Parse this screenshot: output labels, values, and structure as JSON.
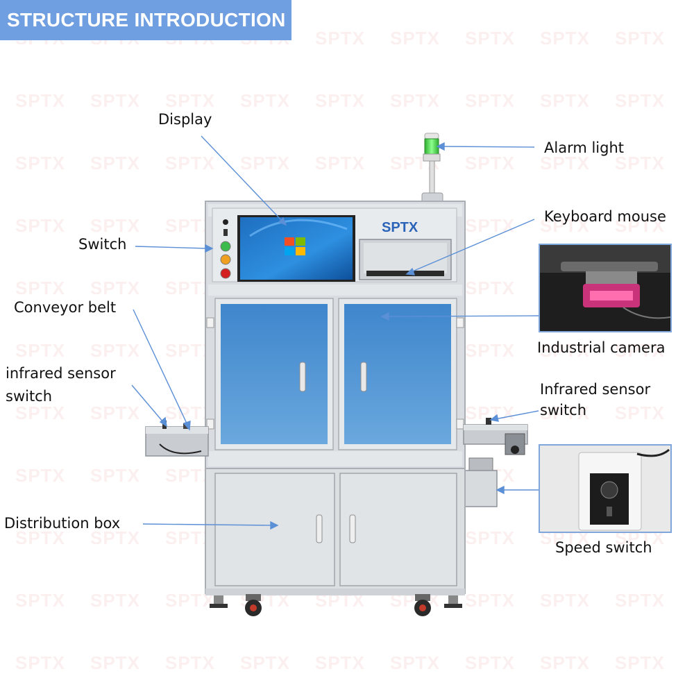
{
  "banner": {
    "title": "STRUCTURE INTRODUCTION"
  },
  "watermark": {
    "text": "SPTX"
  },
  "machine": {
    "logo": "SPTX"
  },
  "labels": {
    "display": "Display",
    "alarm_light": "Alarm light",
    "keyboard_mouse": "Keyboard mouse",
    "switch": "Switch",
    "conveyor_belt": "Conveyor belt",
    "industrial_camera": "Industrial camera",
    "infrared_left_line1": "infrared sensor",
    "infrared_left_line2": "switch",
    "infrared_right_line1": "Infrared sensor",
    "infrared_right_line2": "switch",
    "distribution_box": "Distribution box",
    "speed_switch": "Speed switch"
  },
  "colors": {
    "banner": "#6f9fe0",
    "leader_line": "#5b8fd6",
    "cabinet_frame": "#d6dbe0",
    "glass_panel": "#4f8fcf",
    "alarm_green": "#3ecf3e"
  }
}
